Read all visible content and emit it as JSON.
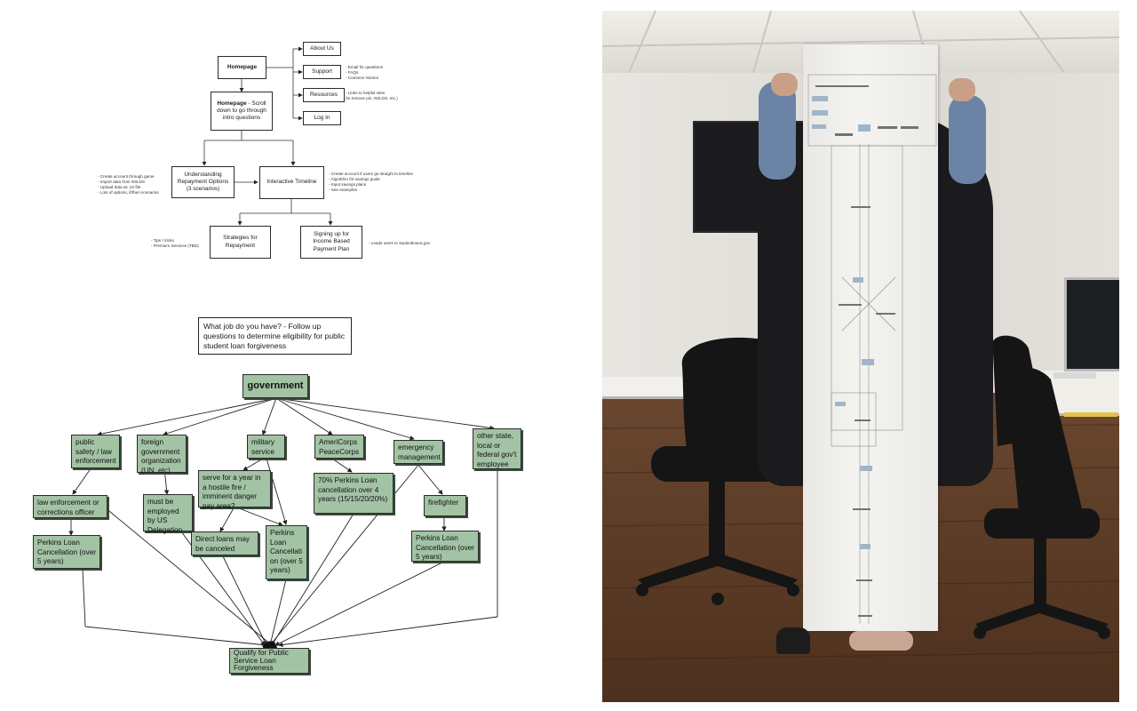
{
  "sitemap": {
    "homepage": "Homepage",
    "homepage_scroll_bold": "Homepage",
    "homepage_scroll_rest": " - Scroll down to go through intro questions",
    "about": "About Us",
    "support": "Support",
    "resources": "Resources",
    "login": "Log In",
    "support_notes": [
      "- Email for questions",
      "- FAQs",
      "- Common Stories"
    ],
    "resources_notes": [
      "- Links to helpful sites",
      "(to remove pin, NSLDS, etc.)"
    ],
    "understanding": "Understanding Repayment Options (3 scenarios)",
    "understanding_notes": [
      "- Create account through game",
      "- Import data from NSLDS",
      "- Upload data as .txt file",
      "- Lots of options, if/then scenarios"
    ],
    "timeline": "Interactive Timeline",
    "timeline_notes": [
      "- Create account if users go straight to timeline",
      "- Algorithm for savings goals",
      "- Input savings plans",
      "- See examples"
    ],
    "strategies": "Strategies for Repayment",
    "strategies_notes": [
      "- Tips / tricks",
      "- Premium Services (TBD)"
    ],
    "signing": "Signing up for Income Based Payment Plan",
    "signing_notes": [
      "- Leads users to studentloans.gov"
    ]
  },
  "flowchart": {
    "question": "What job do you have? - Follow up questions to determine eligibility for public student loan forgiveness",
    "government": "government",
    "public_safety": "public safety / law enforcement",
    "foreign": "foreign government organization (UN, etc)",
    "military": "military service",
    "americorps": "AmeriCorps PeaceCorps",
    "emergency": "emergency management",
    "other_state": "other state, local or federal gov't employee",
    "law_enforcement": "law enforcement or corrections officer",
    "must_be": "must be employed by US Delegation",
    "serve": "serve for a year in a hostile fire / imminent danger pay area?",
    "americorps_70": "70% Perkins Loan cancellation over 4 years (15/15/20/20%)",
    "firefighter": "firefighter",
    "perkins_left": "Perkins Loan Cancellation (over 5 years)",
    "direct_loans": "Direct loans may be canceled",
    "perkins_mil": "Perkins Loan Cancellati on (over 5 years)",
    "perkins_right": "Perkins Loan Cancellation (over 5 years)",
    "qualify": "Qualify for Public Service Loan Forgiveness"
  },
  "colors": {
    "box_green": "#a3c3a5",
    "wall": "#e2dfda",
    "floor": "#5a3a24"
  }
}
